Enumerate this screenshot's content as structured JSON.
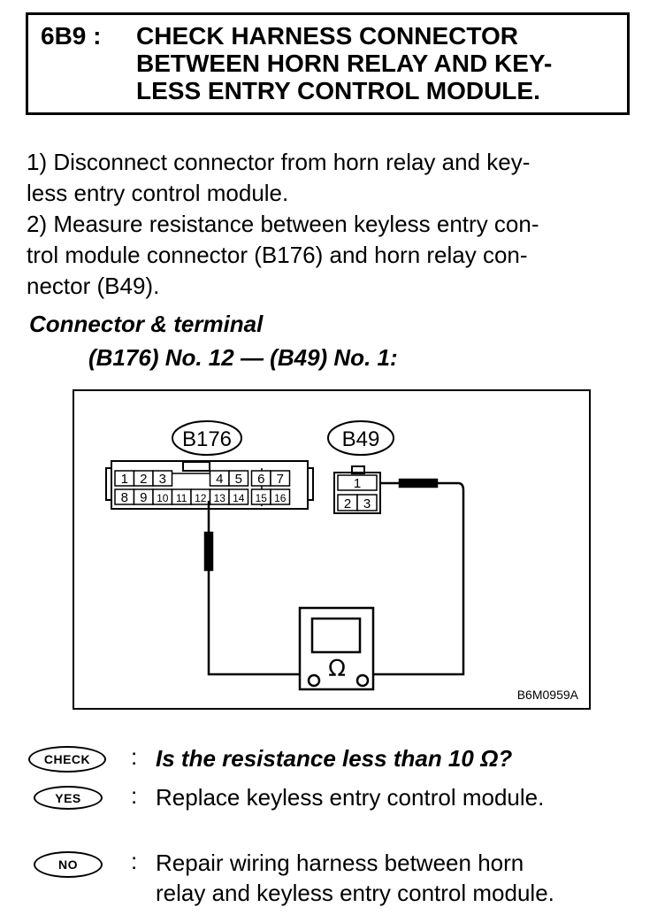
{
  "header": {
    "code": "6B9 :",
    "title": "CHECK HARNESS CONNECTOR\nBETWEEN HORN RELAY AND KEY-\nLESS ENTRY CONTROL MODULE."
  },
  "instructions": [
    "1)  Disconnect connector from horn relay and key-\nless entry control module.",
    "2)  Measure resistance between keyless entry con-\ntrol module connector (B176) and horn relay con-\nnector (B49)."
  ],
  "connector": {
    "label": "Connector & terminal",
    "terminal": "(B176) No. 12 — (B49) No. 1:"
  },
  "diagram": {
    "connector_left": {
      "id": "B176",
      "top_row_left": [
        "1",
        "2",
        "3"
      ],
      "top_row_right": [
        "4",
        "5",
        "6",
        "7"
      ],
      "bottom_row": [
        "8",
        "9",
        "10",
        "11",
        "12",
        "13",
        "14",
        "15",
        "16"
      ]
    },
    "connector_right": {
      "id": "B49",
      "top_row": [
        "1"
      ],
      "bottom_row": [
        "2",
        "3"
      ]
    },
    "meter_symbol": "Ω",
    "figure_code": "B6M0959A"
  },
  "responses": {
    "check": {
      "badge": "CHECK",
      "text": "Is the resistance less than 10 Ω?"
    },
    "yes": {
      "badge": "YES",
      "text": "Replace keyless entry control module."
    },
    "no": {
      "badge": "NO",
      "text": "Repair wiring harness between horn\nrelay and keyless entry control module."
    }
  }
}
